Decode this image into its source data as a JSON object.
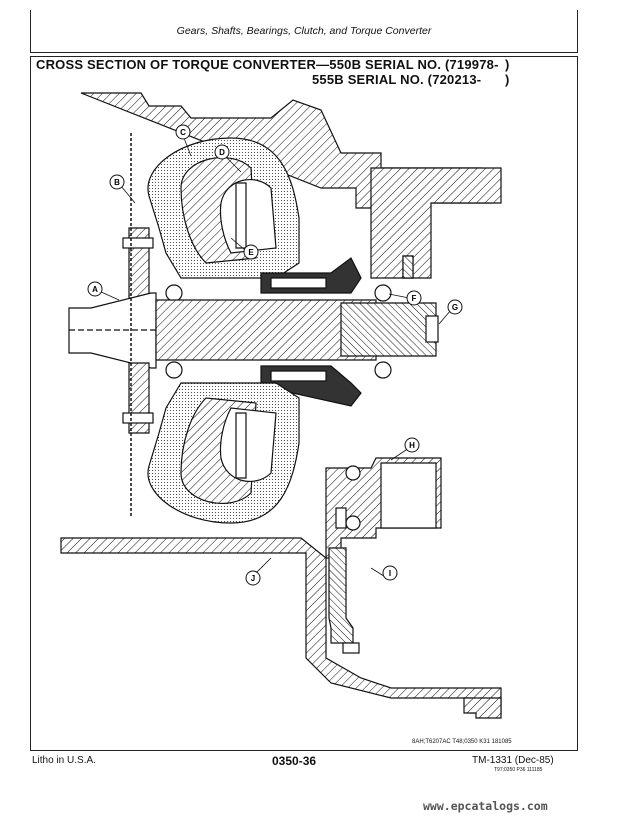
{
  "header": {
    "section_title": "Gears, Shafts, Bearings, Clutch, and Torque Converter"
  },
  "figure": {
    "title_line1": "CROSS SECTION OF TORQUE CONVERTER—550B SERIAL NO. (719978-",
    "title_line2": "555B SERIAL NO. (720213-",
    "close_paren": ")",
    "callouts": [
      "A",
      "B",
      "C",
      "D",
      "E",
      "F",
      "G",
      "H",
      "I",
      "J"
    ],
    "figure_code": "8AH;T6207AC  T48;0350  K31  181085"
  },
  "footer": {
    "litho": "Litho in U.S.A.",
    "page_number": "0350-36",
    "tm_number": "TM-1331 (Dec-85)",
    "tm_sub": "T97;0350  P36  111185"
  },
  "watermark": "www.epcatalogs.com"
}
